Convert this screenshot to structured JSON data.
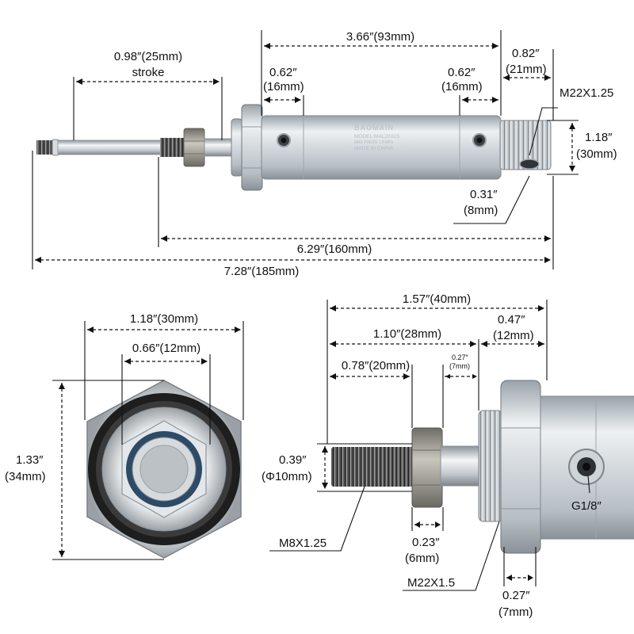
{
  "product": {
    "brand": "BAOMAIN",
    "model": "MODEL:MAL20X25",
    "pressure": "MAX PRESS 1.0 MPa",
    "origin": "MADE IN CHINA"
  },
  "side_view": {
    "body_length": "3.66″(93mm)",
    "stroke_value": "0.98″(25mm)",
    "stroke_word": "stroke",
    "left_port_a": "0.62″",
    "left_port_b": "(16mm)",
    "right_port_a": "0.62″",
    "right_port_b": "(16mm)",
    "rear_thread_a": "0.82″",
    "rear_thread_b": "(21mm)",
    "rear_thread_spec": "M22X1.25",
    "height_a": "1.18″",
    "height_b": "(30mm)",
    "rear_depth_a": "0.31″",
    "rear_depth_b": "(8mm)",
    "length_mid": "6.29″(160mm)",
    "length_total": "7.28″(185mm)"
  },
  "end_view": {
    "outer_width": "1.18″(30mm)",
    "inner_width": "0.66″(12mm)",
    "height_a": "1.33″",
    "height_b": "(34mm)"
  },
  "detail_view": {
    "total": "1.57″(40mm)",
    "to_nut": "1.10″(28mm)",
    "thread_len": "0.78″(20mm)",
    "gap_a": "0.27″",
    "gap_b": "(7mm)",
    "mount_a": "0.47″",
    "mount_b": "(12mm)",
    "rod_dia_a": "0.39″",
    "rod_dia_b": "(Φ10mm)",
    "rod_thread": "M8X1.25",
    "nut_a": "0.23″",
    "nut_b": "(6mm)",
    "mount_thread": "M22X1.5",
    "flange_a": "0.27″",
    "flange_b": "(7mm)",
    "port": "G1/8″"
  }
}
